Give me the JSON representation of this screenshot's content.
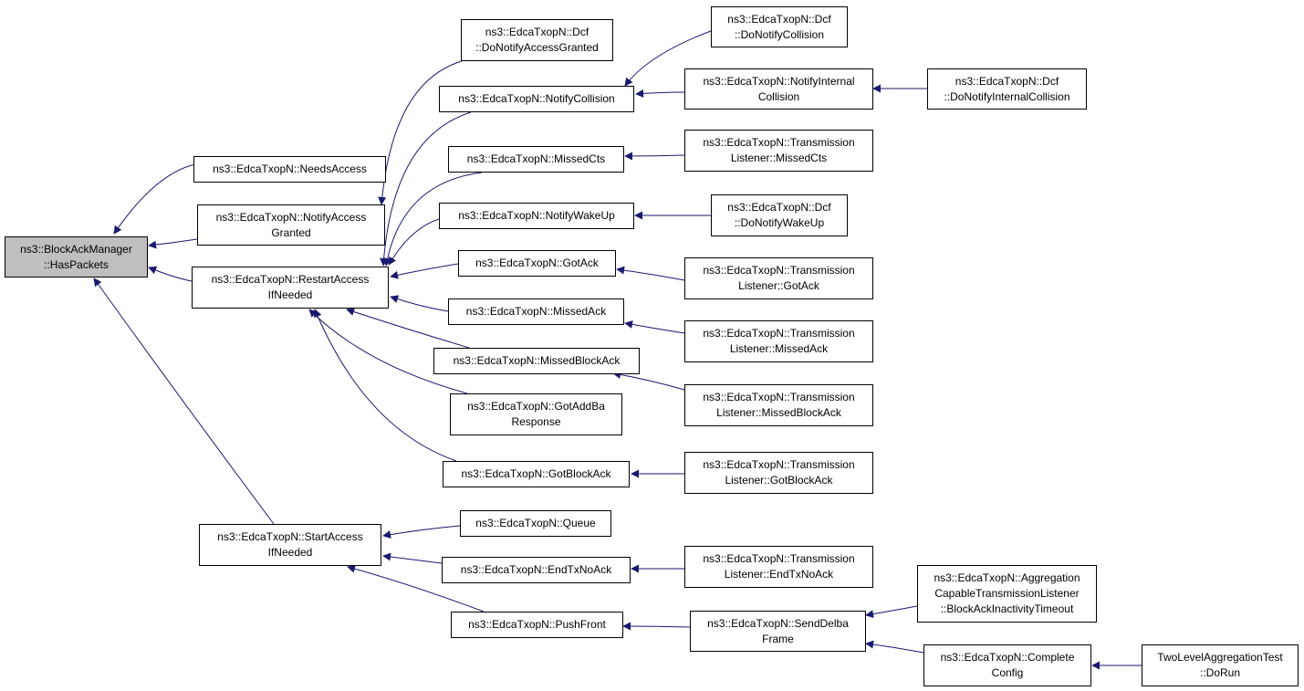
{
  "diagram": {
    "colors": {
      "edge": "#191970",
      "box_border": "#000000",
      "root_fill": "#bfbfbf",
      "box_fill": "#ffffff"
    },
    "nodes": [
      {
        "id": "root",
        "root": true,
        "lines": [
          "ns3::BlockAckManager",
          "::HasPackets"
        ]
      },
      {
        "id": "needsaccess",
        "lines": [
          "ns3::EdcaTxopN::NeedsAccess"
        ]
      },
      {
        "id": "notifyaccessgranted",
        "lines": [
          "ns3::EdcaTxopN::NotifyAccess",
          "Granted"
        ]
      },
      {
        "id": "restartaccess",
        "lines": [
          "ns3::EdcaTxopN::RestartAccess",
          "IfNeeded"
        ]
      },
      {
        "id": "startaccess",
        "lines": [
          "ns3::EdcaTxopN::StartAccess",
          "IfNeeded"
        ]
      },
      {
        "id": "dcf_doaccessgranted",
        "lines": [
          "ns3::EdcaTxopN::Dcf",
          "::DoNotifyAccessGranted"
        ]
      },
      {
        "id": "notifycollision",
        "lines": [
          "ns3::EdcaTxopN::NotifyCollision"
        ]
      },
      {
        "id": "missedcts",
        "lines": [
          "ns3::EdcaTxopN::MissedCts"
        ]
      },
      {
        "id": "notifywakeup",
        "lines": [
          "ns3::EdcaTxopN::NotifyWakeUp"
        ]
      },
      {
        "id": "gotack",
        "lines": [
          "ns3::EdcaTxopN::GotAck"
        ]
      },
      {
        "id": "missedack",
        "lines": [
          "ns3::EdcaTxopN::MissedAck"
        ]
      },
      {
        "id": "missedblockack",
        "lines": [
          "ns3::EdcaTxopN::MissedBlockAck"
        ]
      },
      {
        "id": "gotaddba",
        "lines": [
          "ns3::EdcaTxopN::GotAddBa",
          "Response"
        ]
      },
      {
        "id": "gotblockack",
        "lines": [
          "ns3::EdcaTxopN::GotBlockAck"
        ]
      },
      {
        "id": "queue",
        "lines": [
          "ns3::EdcaTxopN::Queue"
        ]
      },
      {
        "id": "endtxnoack",
        "lines": [
          "ns3::EdcaTxopN::EndTxNoAck"
        ]
      },
      {
        "id": "pushfront",
        "lines": [
          "ns3::EdcaTxopN::PushFront"
        ]
      },
      {
        "id": "dcf_docollision",
        "lines": [
          "ns3::EdcaTxopN::Dcf",
          "::DoNotifyCollision"
        ]
      },
      {
        "id": "notifyinternalcollision",
        "lines": [
          "ns3::EdcaTxopN::NotifyInternal",
          "Collision"
        ]
      },
      {
        "id": "dcf_dointernalcollision",
        "lines": [
          "ns3::EdcaTxopN::Dcf",
          "::DoNotifyInternalCollision"
        ]
      },
      {
        "id": "tl_missedcts",
        "lines": [
          "ns3::EdcaTxopN::Transmission",
          "Listener::MissedCts"
        ]
      },
      {
        "id": "dcf_dowakeup",
        "lines": [
          "ns3::EdcaTxopN::Dcf",
          "::DoNotifyWakeUp"
        ]
      },
      {
        "id": "tl_gotack",
        "lines": [
          "ns3::EdcaTxopN::Transmission",
          "Listener::GotAck"
        ]
      },
      {
        "id": "tl_missedack",
        "lines": [
          "ns3::EdcaTxopN::Transmission",
          "Listener::MissedAck"
        ]
      },
      {
        "id": "tl_missedblockack",
        "lines": [
          "ns3::EdcaTxopN::Transmission",
          "Listener::MissedBlockAck"
        ]
      },
      {
        "id": "tl_gotblockack",
        "lines": [
          "ns3::EdcaTxopN::Transmission",
          "Listener::GotBlockAck"
        ]
      },
      {
        "id": "tl_endtxnoack",
        "lines": [
          "ns3::EdcaTxopN::Transmission",
          "Listener::EndTxNoAck"
        ]
      },
      {
        "id": "senddelba",
        "lines": [
          "ns3::EdcaTxopN::SendDelba",
          "Frame"
        ]
      },
      {
        "id": "agg_blockackinactivity",
        "lines": [
          "ns3::EdcaTxopN::Aggregation",
          "CapableTransmissionListener",
          "::BlockAckInactivityTimeout"
        ]
      },
      {
        "id": "completeconfig",
        "lines": [
          "ns3::EdcaTxopN::Complete",
          "Config"
        ]
      },
      {
        "id": "twolevel_dorun",
        "lines": [
          "TwoLevelAggregationTest",
          "::DoRun"
        ]
      }
    ],
    "edges": [
      {
        "from": "needsaccess",
        "to": "root"
      },
      {
        "from": "notifyaccessgranted",
        "to": "root"
      },
      {
        "from": "restartaccess",
        "to": "root"
      },
      {
        "from": "startaccess",
        "to": "root"
      },
      {
        "from": "dcf_doaccessgranted",
        "to": "notifyaccessgranted"
      },
      {
        "from": "notifycollision",
        "to": "restartaccess"
      },
      {
        "from": "missedcts",
        "to": "restartaccess"
      },
      {
        "from": "notifywakeup",
        "to": "restartaccess"
      },
      {
        "from": "gotack",
        "to": "restartaccess"
      },
      {
        "from": "missedack",
        "to": "restartaccess"
      },
      {
        "from": "missedblockack",
        "to": "restartaccess"
      },
      {
        "from": "gotaddba",
        "to": "restartaccess"
      },
      {
        "from": "gotblockack",
        "to": "restartaccess"
      },
      {
        "from": "queue",
        "to": "startaccess"
      },
      {
        "from": "endtxnoack",
        "to": "startaccess"
      },
      {
        "from": "pushfront",
        "to": "startaccess"
      },
      {
        "from": "dcf_docollision",
        "to": "notifycollision"
      },
      {
        "from": "notifyinternalcollision",
        "to": "notifycollision"
      },
      {
        "from": "dcf_dointernalcollision",
        "to": "notifyinternalcollision"
      },
      {
        "from": "tl_missedcts",
        "to": "missedcts"
      },
      {
        "from": "dcf_dowakeup",
        "to": "notifywakeup"
      },
      {
        "from": "tl_gotack",
        "to": "gotack"
      },
      {
        "from": "tl_missedack",
        "to": "missedack"
      },
      {
        "from": "tl_missedblockack",
        "to": "missedblockack"
      },
      {
        "from": "tl_gotblockack",
        "to": "gotblockack"
      },
      {
        "from": "tl_endtxnoack",
        "to": "endtxnoack"
      },
      {
        "from": "senddelba",
        "to": "pushfront"
      },
      {
        "from": "agg_blockackinactivity",
        "to": "senddelba"
      },
      {
        "from": "completeconfig",
        "to": "senddelba"
      },
      {
        "from": "twolevel_dorun",
        "to": "completeconfig"
      }
    ]
  }
}
